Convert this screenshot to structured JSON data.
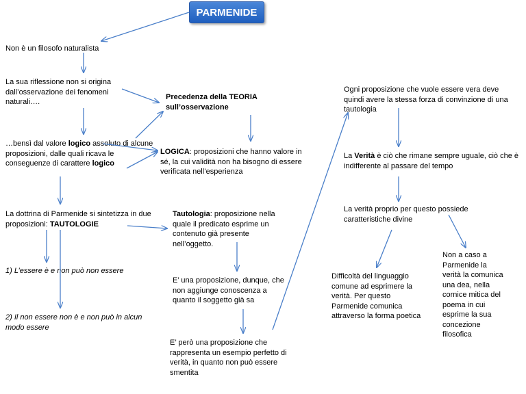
{
  "title": "PARMENIDE",
  "nodes": {
    "n1": "Non è un filosofo naturalista",
    "n2": "La sua riflessione non si origina dall’osservazione dei fenomeni naturali….",
    "n3_a": "…bensì dal valore ",
    "n3_b": "logico",
    "n3_c": " assoluto di alcune proposizioni, dalle quali ricava le conseguenze di carattere ",
    "n3_d": "logico",
    "n4": "Precedenza della TEORIA sull’osservazione",
    "n5_a": "LOGICA",
    "n5_b": ": proposizioni che hanno valore in sé, la cui validità non ha bisogno di essere verificata nell’esperienza",
    "n6_a": "La dottrina di Parmenide si sintetizza in due proposizioni: ",
    "n6_b": "TAUTOLOGIE",
    "n7": "1) L’essere è e non può non essere",
    "n8": "2) Il non essere non è e non può in alcun modo essere",
    "n9_a": "Tautologia",
    "n9_b": ": proposizione nella quale il predicato esprime un contenuto già presente nell’oggetto.",
    "n10": "E’ una proposizione, dunque, che non aggiunge conoscenza a quanto il soggetto già sa",
    "n11": "E’ però una  proposizione che rappresenta un esempio perfetto di verità, in quanto non può essere smentita",
    "n12": "Ogni proposizione che vuole essere vera deve quindi avere la stessa forza di convinzione di una tautologia",
    "n13_a": "La ",
    "n13_b": "Verità",
    "n13_c": " è ciò che rimane sempre uguale, ciò che è indifferente al passare del tempo",
    "n14": "La verità proprio per questo possiede caratteristiche divine",
    "n15": "Difficoltà del linguaggio comune ad esprimere la verità. Per questo Parmenide comunica attraverso la forma poetica",
    "n16": "Non a caso a Parmenide la verità la comunica una dea, nella cornice mitica del poema in cui esprime la sua concezione filosofica"
  },
  "colors": {
    "title_bg": "#2a6bd0",
    "arrow": "#4a7fc9"
  }
}
